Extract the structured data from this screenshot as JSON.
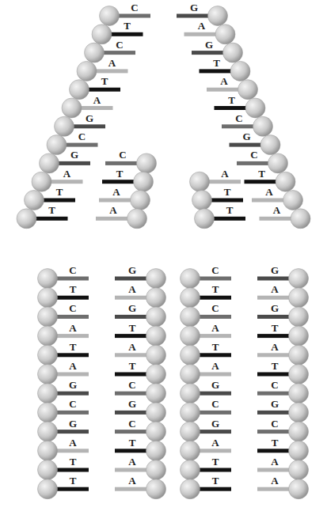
{
  "diagram": {
    "labels": [
      "C",
      "T",
      "C",
      "A",
      "T",
      "A",
      "G",
      "C",
      "G",
      "A",
      "T",
      "T",
      "C",
      "T",
      "A",
      "A",
      "A",
      "T",
      "T",
      "G",
      "A",
      "G",
      "T",
      "A",
      "T",
      "C",
      "G",
      "C",
      "T",
      "A",
      "A",
      "C",
      "T",
      "C",
      "A",
      "T",
      "A",
      "G",
      "C",
      "G",
      "A",
      "T",
      "T",
      "G",
      "A",
      "G",
      "T",
      "A",
      "T",
      "C",
      "G",
      "C",
      "T",
      "A",
      "A",
      "C",
      "T",
      "C",
      "A",
      "T",
      "A",
      "G",
      "C",
      "G",
      "A",
      "T",
      "T",
      "G",
      "A",
      "G",
      "T",
      "A",
      "T",
      "C",
      "G",
      "C",
      "T",
      "A",
      "A"
    ]
  }
}
